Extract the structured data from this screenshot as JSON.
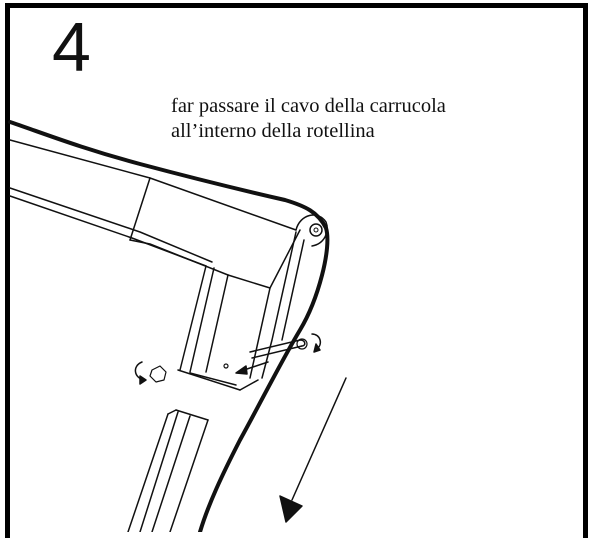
{
  "step": {
    "number": "4"
  },
  "instruction": {
    "line1": "far passare il cavo della carrucola",
    "line2": "all’interno della rotellina"
  }
}
